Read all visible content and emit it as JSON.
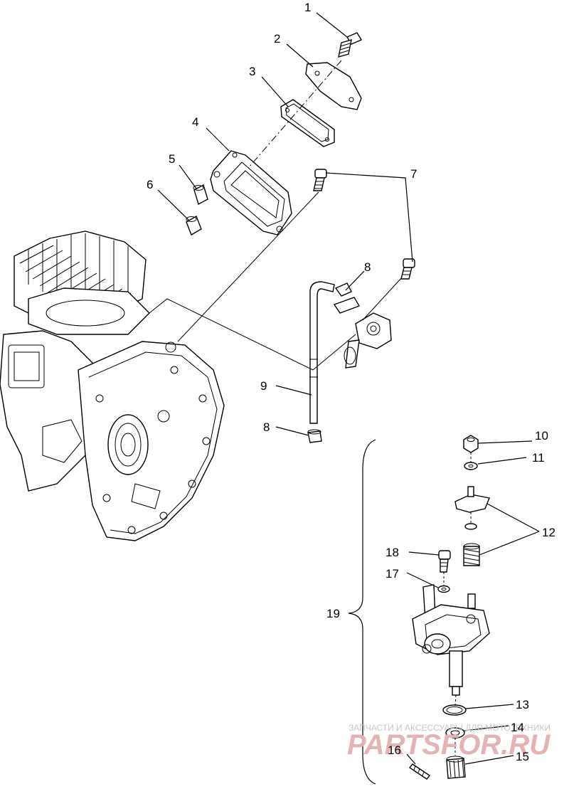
{
  "labels": {
    "l1": "1",
    "l2": "2",
    "l3": "3",
    "l4": "4",
    "l5": "5",
    "l6": "6",
    "l7": "7",
    "l8a": "8",
    "l8b": "8",
    "l9": "9",
    "l10": "10",
    "l11": "11",
    "l12": "12",
    "l13": "13",
    "l14": "14",
    "l15": "15",
    "l16": "16",
    "l17": "17",
    "l18": "18",
    "l19": "19"
  },
  "watermark": {
    "line1": "ЗАПЧАСТИ И АКСЕССУАРЫ ДЛЯ МОТОТЕХНИКИ",
    "line2": "PARTSFOR.RU"
  }
}
